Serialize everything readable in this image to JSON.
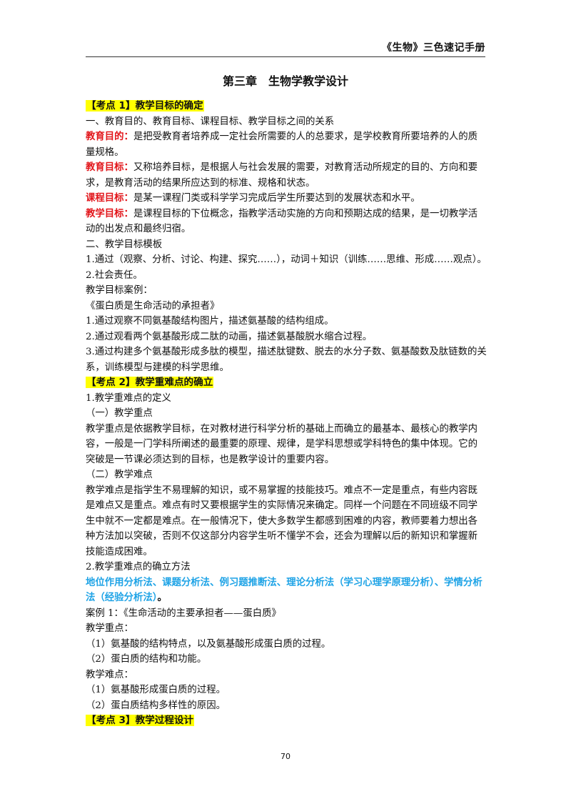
{
  "header": {
    "title": "《生物》三色速记手册"
  },
  "chapter_title": "第三章　生物学教学设计",
  "kp1": {
    "heading": "【考点 1】教学目标的确定",
    "sec1_title": "一、教育目的、教育目标、课程目标、教学目标之间的关系",
    "def1_term": "教育目的：",
    "def1_text": "是把受教育者培养成一定社会所需要的人的总要求，是学校教育所要培养的人的质量规格。",
    "def2_term": "教育目标：",
    "def2_text": "又称培养目标，是根据人与社会发展的需要，对教育活动所规定的目的、方向和要求，是教育活动的结果所应达到的标准、规格和状态。",
    "def3_term": "课程目标：",
    "def3_text": "是某一课程门类或科学学习完成后学生所要达到的发展状态和水平。",
    "def4_term": "教学目标：",
    "def4_text": "是课程目标的下位概念，指教学活动实施的方向和预期达成的结果，是一切教学活动的出发点和最终归宿。",
    "sec2_title": "二、教学目标模板",
    "tpl1": "1.通过（观察、分析、讨论、构建、探究……），动词＋知识（训练……思维、形成……观点）。",
    "tpl2": "2.社会责任。",
    "case_label": "教学目标案例：",
    "case_title": "《蛋白质是生命活动的承担者》",
    "case1": "1.通过观察不同氨基酸结构图片，描述氨基酸的结构组成。",
    "case2": "2.通过观看两个氨基酸形成二肽的动画，描述氨基酸脱水缩合过程。",
    "case3": "3.通过构建多个氨基酸形成多肽的模型，描述肽键数、脱去的水分子数、氨基酸数及肽链数的关系，训练模型与建模的科学思维。"
  },
  "kp2": {
    "heading": "【考点 2】教学重难点的确立",
    "def_title": "1.教学重难点的定义",
    "key_title": "（一）教学重点",
    "key_text": "教学重点是依据教学目标，在对教材进行科学分析的基础上而确立的最基本、最核心的教学内容，一般是一门学科所阐述的最重要的原理、规律，是学科思想或学科特色的集中体现。它的突破是一节课必须达到的目标，也是教学设计的重要内容。",
    "diff_title": "（二）教学难点",
    "diff_text": "教学难点是指学生不易理解的知识，或不易掌握的技能技巧。难点不一定是重点，有些内容既是难点又是重点。难点有时又要根据学生的实际情况来确定。同样一个问题在不同班级不同学生中就不一定都是难点。在一般情况下，使大多数学生都感到困难的内容，教师要着力想出各种方法加以突破，否则不仅这部分内容学生听不懂学不会，还会为理解以后的新知识和掌握新技能造成困难。",
    "method_title": "2.教学重难点的确立方法",
    "methods": "地位作用分析法、课题分析法、例习题推断法、理论分析法（学习心理学原理分析）、学情分析法（经验分析法）",
    "methods_end": "。",
    "example_title": "案例 1：《生命活动的主要承担者——蛋白质》",
    "key_label": "教学重点：",
    "key1": "（1）氨基酸的结构特点，以及氨基酸形成蛋白质的过程。",
    "key2": "（2）蛋白质的结构和功能。",
    "diff_label": "教学难点：",
    "diff1": "（1）氨基酸形成蛋白质的过程。",
    "diff2": "（2）蛋白质结构多样性的原因。"
  },
  "kp3": {
    "heading": "【考点 3】教学过程设计"
  },
  "footer": {
    "page_number": "70"
  }
}
